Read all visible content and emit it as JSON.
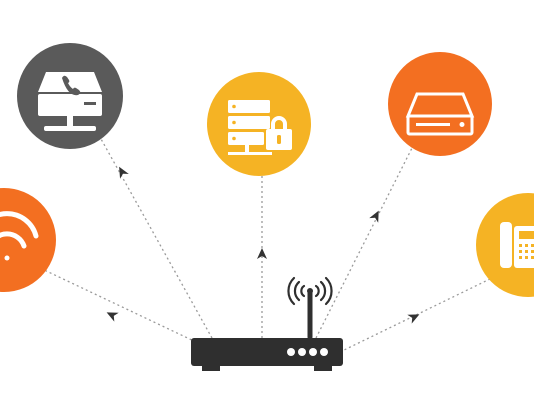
{
  "diagram": {
    "type": "network-topology",
    "hub": {
      "name": "router",
      "icon": "wifi-router-icon",
      "signal_icon": "wireless-signal-icon",
      "status_lights": 4
    },
    "nodes": [
      {
        "name": "voip-server",
        "icon": "phone-server-icon",
        "color": "#5a5a5a"
      },
      {
        "name": "secure-server",
        "icon": "locked-server-icon",
        "color": "#f5b324"
      },
      {
        "name": "storage-device",
        "icon": "drive-icon",
        "color": "#f36f21"
      },
      {
        "name": "wifi",
        "icon": "wifi-icon",
        "color": "#f36f21"
      },
      {
        "name": "phone",
        "icon": "desk-phone-icon",
        "color": "#f5b324"
      }
    ],
    "connector_style": "dotted-arrow",
    "colors": {
      "connector": "#9a9a9a",
      "arrow": "#333333",
      "router": "#2f2f2f",
      "icon_fg": "#ffffff"
    }
  }
}
